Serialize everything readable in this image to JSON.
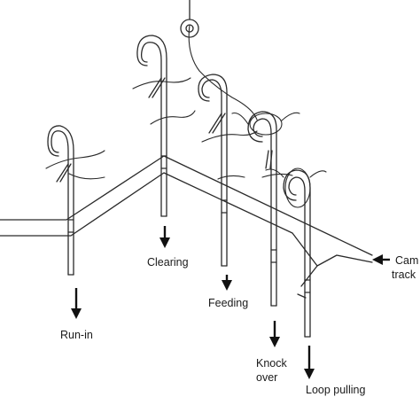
{
  "labels": {
    "run_in": "Run-in",
    "clearing": "Clearing",
    "feeding": "Feeding",
    "knock_over_1": "Knock",
    "knock_over_2": "over",
    "loop_pulling": "Loop pulling",
    "cam_track_1": "Cam",
    "cam_track_2": "track"
  },
  "colors": {
    "line": "#2a2a2a",
    "arrow": "#111111",
    "background": "#ffffff"
  }
}
